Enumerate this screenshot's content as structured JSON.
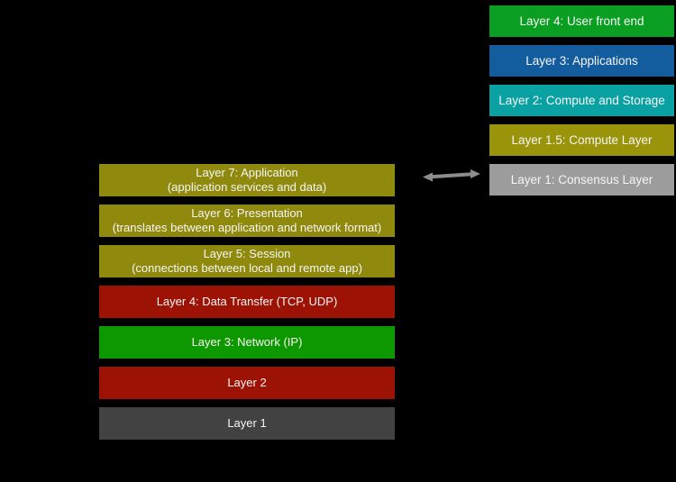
{
  "colors": {
    "background": "#000000",
    "text": "#f5f5f5",
    "arrow": "#8C8C8C"
  },
  "osi_stack": {
    "items": [
      {
        "title": "Layer 7: Application",
        "subtitle": "(application services and data)",
        "color": "#8F8A0D"
      },
      {
        "title": "Layer 6: Presentation",
        "subtitle": "(translates between application and network format)",
        "color": "#8F8A0D"
      },
      {
        "title": "Layer 5: Session",
        "subtitle": "(connections between local and remote app)",
        "color": "#8F8A0D"
      },
      {
        "title": "Layer 4: Data Transfer (TCP, UDP)",
        "subtitle": "",
        "color": "#9C1306"
      },
      {
        "title": "Layer 3: Network (IP)",
        "subtitle": "",
        "color": "#0E9800"
      },
      {
        "title": "Layer 2",
        "subtitle": "",
        "color": "#9C1306"
      },
      {
        "title": "Layer 1",
        "subtitle": "",
        "color": "#424242"
      }
    ]
  },
  "blockchain_stack": {
    "items": [
      {
        "title": "Layer 4: User front end",
        "color": "#0A9E22"
      },
      {
        "title": "Layer 3: Applications",
        "color": "#135C9E"
      },
      {
        "title": "Layer 2: Compute and Storage",
        "color": "#09A1A1"
      },
      {
        "title": "Layer 1.5: Compute Layer",
        "color": "#9A940B"
      },
      {
        "title": "Layer 1: Consensus Layer",
        "color": "#9C9C9C"
      }
    ]
  },
  "arrow": {
    "color": "#8C8C8C"
  }
}
